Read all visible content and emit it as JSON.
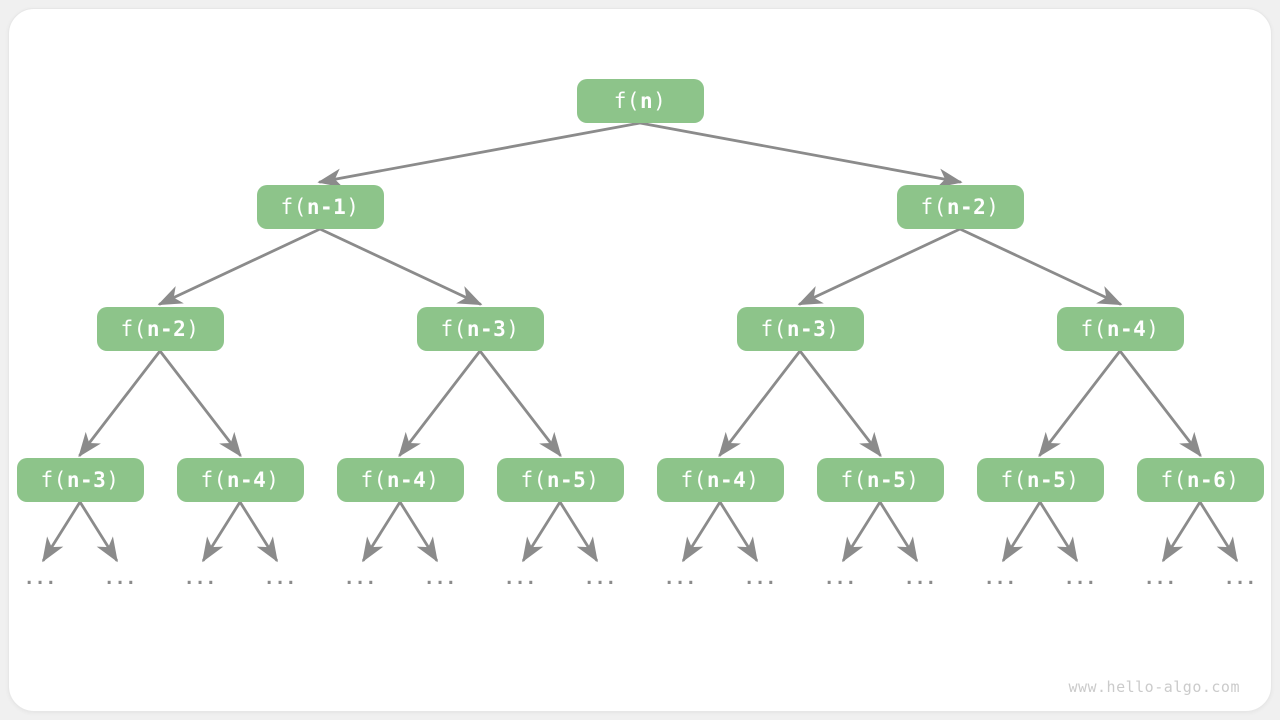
{
  "page": {
    "background_color": "#f0f0f0",
    "card_color": "#ffffff"
  },
  "tree": {
    "node_fill": "#8DC48A",
    "node_text_color": "#ffffff",
    "edge_color": "#8B8B8B",
    "rows": [
      {
        "nodes": [
          {
            "prefix": "f(",
            "arg": "n",
            "suffix": ")"
          }
        ]
      },
      {
        "nodes": [
          {
            "prefix": "f(",
            "arg": "n-1",
            "suffix": ")"
          },
          {
            "prefix": "f(",
            "arg": "n-2",
            "suffix": ")"
          }
        ]
      },
      {
        "nodes": [
          {
            "prefix": "f(",
            "arg": "n-2",
            "suffix": ")"
          },
          {
            "prefix": "f(",
            "arg": "n-3",
            "suffix": ")"
          },
          {
            "prefix": "f(",
            "arg": "n-3",
            "suffix": ")"
          },
          {
            "prefix": "f(",
            "arg": "n-4",
            "suffix": ")"
          }
        ]
      },
      {
        "nodes": [
          {
            "prefix": "f(",
            "arg": "n-3",
            "suffix": ")"
          },
          {
            "prefix": "f(",
            "arg": "n-4",
            "suffix": ")"
          },
          {
            "prefix": "f(",
            "arg": "n-4",
            "suffix": ")"
          },
          {
            "prefix": "f(",
            "arg": "n-5",
            "suffix": ")"
          },
          {
            "prefix": "f(",
            "arg": "n-4",
            "suffix": ")"
          },
          {
            "prefix": "f(",
            "arg": "n-5",
            "suffix": ")"
          },
          {
            "prefix": "f(",
            "arg": "n-5",
            "suffix": ")"
          },
          {
            "prefix": "f(",
            "arg": "n-6",
            "suffix": ")"
          }
        ]
      }
    ],
    "leaf_ellipsis": {
      "label": "...",
      "count": 16
    }
  },
  "watermark": {
    "text": "www.hello-algo.com"
  }
}
